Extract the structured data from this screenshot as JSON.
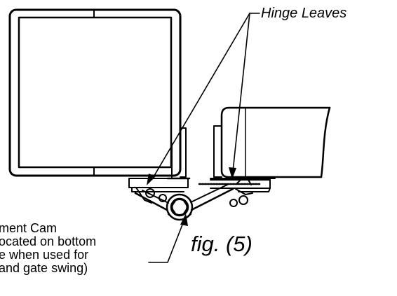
{
  "callouts": {
    "hinge_leaves": "Hinge Leaves",
    "adjustment_cam_lines": [
      "ment Cam",
      "ocated on bottom",
      "e when used for",
      "and gate swing)"
    ]
  },
  "figure_label": "fig. (5)",
  "colors": {
    "line": "#000000",
    "background": "#ffffff"
  }
}
